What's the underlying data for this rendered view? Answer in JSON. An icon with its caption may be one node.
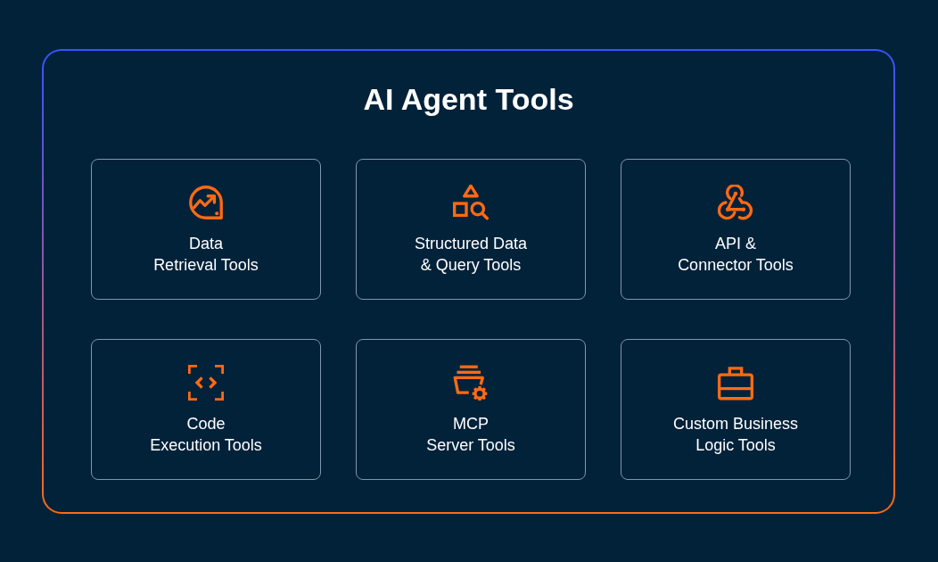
{
  "diagram": {
    "nodes": [
      {
        "text": [
          "AI Agent Tools"
        ]
      },
      {
        "text": [
          "Data Retrieval Tools"
        ],
        "in": 0
      },
      {
        "text": [
          "Structured Data & Query Tools"
        ],
        "in": 0
      },
      {
        "text": [
          "API & Connector Tools"
        ],
        "in": 0
      },
      {
        "text": [
          "Code Execution Tools"
        ],
        "in": 0
      },
      {
        "text": [
          "MCP Server Tools"
        ],
        "in": 0
      },
      {
        "text": [
          "Custom Business Logic Tools"
        ],
        "in": 0
      }
    ],
    "edges": []
  }
}
